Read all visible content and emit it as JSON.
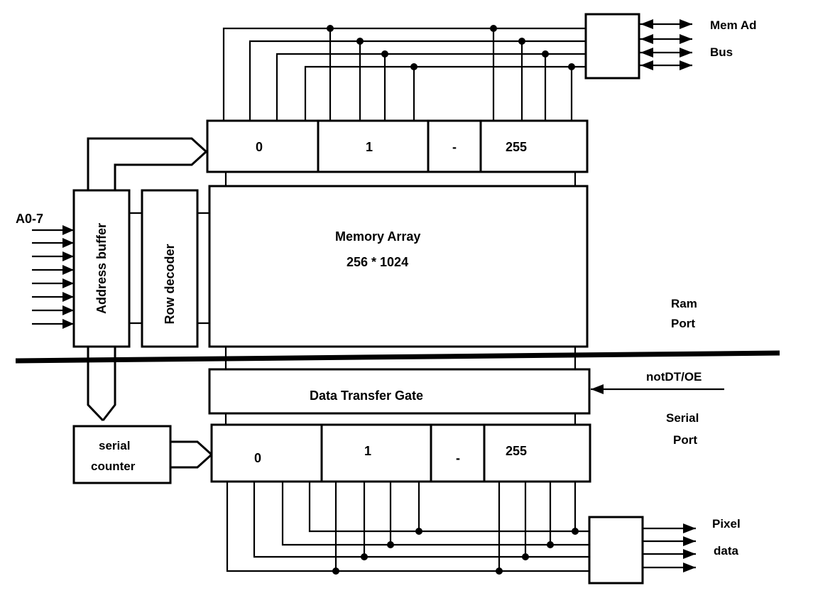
{
  "diagram": {
    "mem_ad_label": "Mem Ad",
    "bus_label": "Bus",
    "a0_7_label": "A0-7",
    "address_buffer_label": "Address buffer",
    "row_decoder_label": "Row decoder",
    "memory_array_title": "Memory Array",
    "memory_array_size": "256 * 1024",
    "ram_label": "Ram",
    "ram_port_label": "Port",
    "not_dt_oe_label": "notDT/OE",
    "data_transfer_gate_label": "Data Transfer Gate",
    "serial_label": "Serial",
    "serial_port_label": "Port",
    "serial_counter_line1": "serial",
    "serial_counter_line2": "counter",
    "top_register_cells": [
      "0",
      "1",
      "-",
      "255"
    ],
    "bottom_register_cells": [
      "0",
      "1",
      "-",
      "255"
    ],
    "pixel_label": "Pixel",
    "data_label": "data"
  }
}
